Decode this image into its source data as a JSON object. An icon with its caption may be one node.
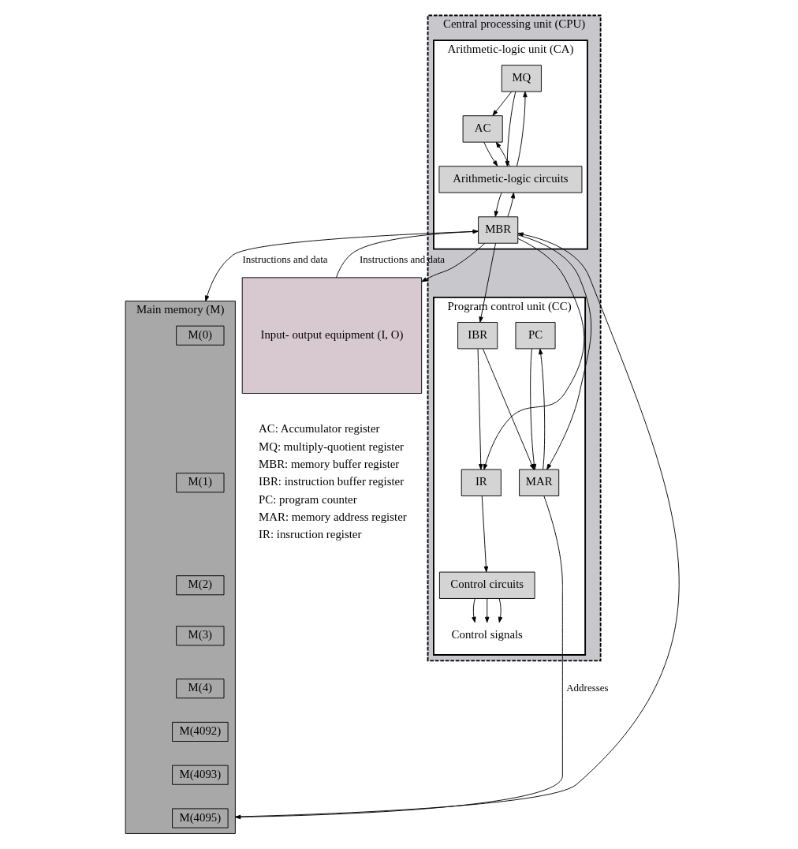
{
  "diagram": {
    "nodes": [
      {
        "text": [
          "Central processing unit (CPU)"
        ]
      },
      {
        "text": [
          "Arithmetic-logic unit (CA)"
        ],
        "in": 0
      },
      {
        "text": [
          "AC"
        ],
        "in": 1
      },
      {
        "text": [
          "MQ"
        ],
        "in": 1
      },
      {
        "text": [
          "Arithmetic-logic circuits"
        ],
        "in": 1
      },
      {
        "text": [
          "MBR"
        ],
        "in": 1
      },
      {
        "text": [
          "Program control unit (CC)"
        ],
        "in": 0
      },
      {
        "text": [
          "PC"
        ],
        "in": 6
      },
      {
        "text": [
          "IBR"
        ],
        "in": 6
      },
      {
        "text": [
          "MAR"
        ],
        "in": 6
      },
      {
        "text": [
          "IR"
        ],
        "in": 6
      },
      {
        "text": [
          "Control circuits"
        ],
        "in": 6
      },
      {
        "text": [
          "Control signals"
        ],
        "in": 6
      },
      {
        "text": [
          "Input- output equipment (I, O)"
        ]
      },
      {
        "text": [
          "Main memory (M)"
        ]
      },
      {
        "text": [
          "M(0)"
        ],
        "in": 14
      },
      {
        "text": [
          "M(1)"
        ],
        "in": 14
      },
      {
        "text": [
          "M(2)"
        ],
        "in": 14
      },
      {
        "text": [
          "M(3)"
        ],
        "in": 14
      },
      {
        "text": [
          "M(4)"
        ],
        "in": 14
      },
      {
        "text": [
          "M(4092)"
        ],
        "in": 14
      },
      {
        "text": [
          "M(4093)"
        ],
        "in": 14
      },
      {
        "text": [
          "M(4095)"
        ],
        "in": 14
      }
    ],
    "edges": [
      {
        "from": 3,
        "to": 2,
        "arrow": "to"
      },
      {
        "from": 2,
        "to": 4,
        "arrow": "to"
      },
      {
        "from": 4,
        "to": 2,
        "arrow": "to"
      },
      {
        "from": 3,
        "to": 4,
        "arrow": "to"
      },
      {
        "from": 4,
        "to": 3,
        "arrow": "to"
      },
      {
        "from": 4,
        "to": 5,
        "arrow": "to"
      },
      {
        "from": 5,
        "to": 4,
        "arrow": "to"
      },
      {
        "from": 5,
        "to": 14,
        "arrow": "to",
        "label": "Instructions and data"
      },
      {
        "from": 14,
        "to": 5,
        "arrow": "to"
      },
      {
        "from": 13,
        "to": 5,
        "arrow": "to",
        "label": "Instructions and data"
      },
      {
        "from": 5,
        "to": 13,
        "arrow": "to"
      },
      {
        "from": 5,
        "to": 8,
        "arrow": "to"
      },
      {
        "from": 5,
        "to": 10,
        "arrow": "to"
      },
      {
        "from": 5,
        "to": 9,
        "arrow": "to"
      },
      {
        "from": 7,
        "to": 9,
        "arrow": "to"
      },
      {
        "from": 9,
        "to": 7,
        "arrow": "to"
      },
      {
        "from": 8,
        "to": 10,
        "arrow": "to"
      },
      {
        "from": 8,
        "to": 9,
        "arrow": "to"
      },
      {
        "from": 10,
        "to": 11,
        "arrow": "to"
      },
      {
        "from": 11,
        "to": 12,
        "arrow": "to"
      },
      {
        "from": 11,
        "to": 12,
        "arrow": "to"
      },
      {
        "from": 11,
        "to": 12,
        "arrow": "to"
      },
      {
        "from": 9,
        "to": 14,
        "arrow": "to",
        "label": "Addresses"
      }
    ],
    "labels": [
      "AC: Accumulator register",
      "MQ: multiply-quotient register",
      "MBR: memory buffer register",
      "IBR: instruction buffer register",
      "PC: program counter",
      "MAR: memory address register",
      "IR: insruction register"
    ]
  }
}
